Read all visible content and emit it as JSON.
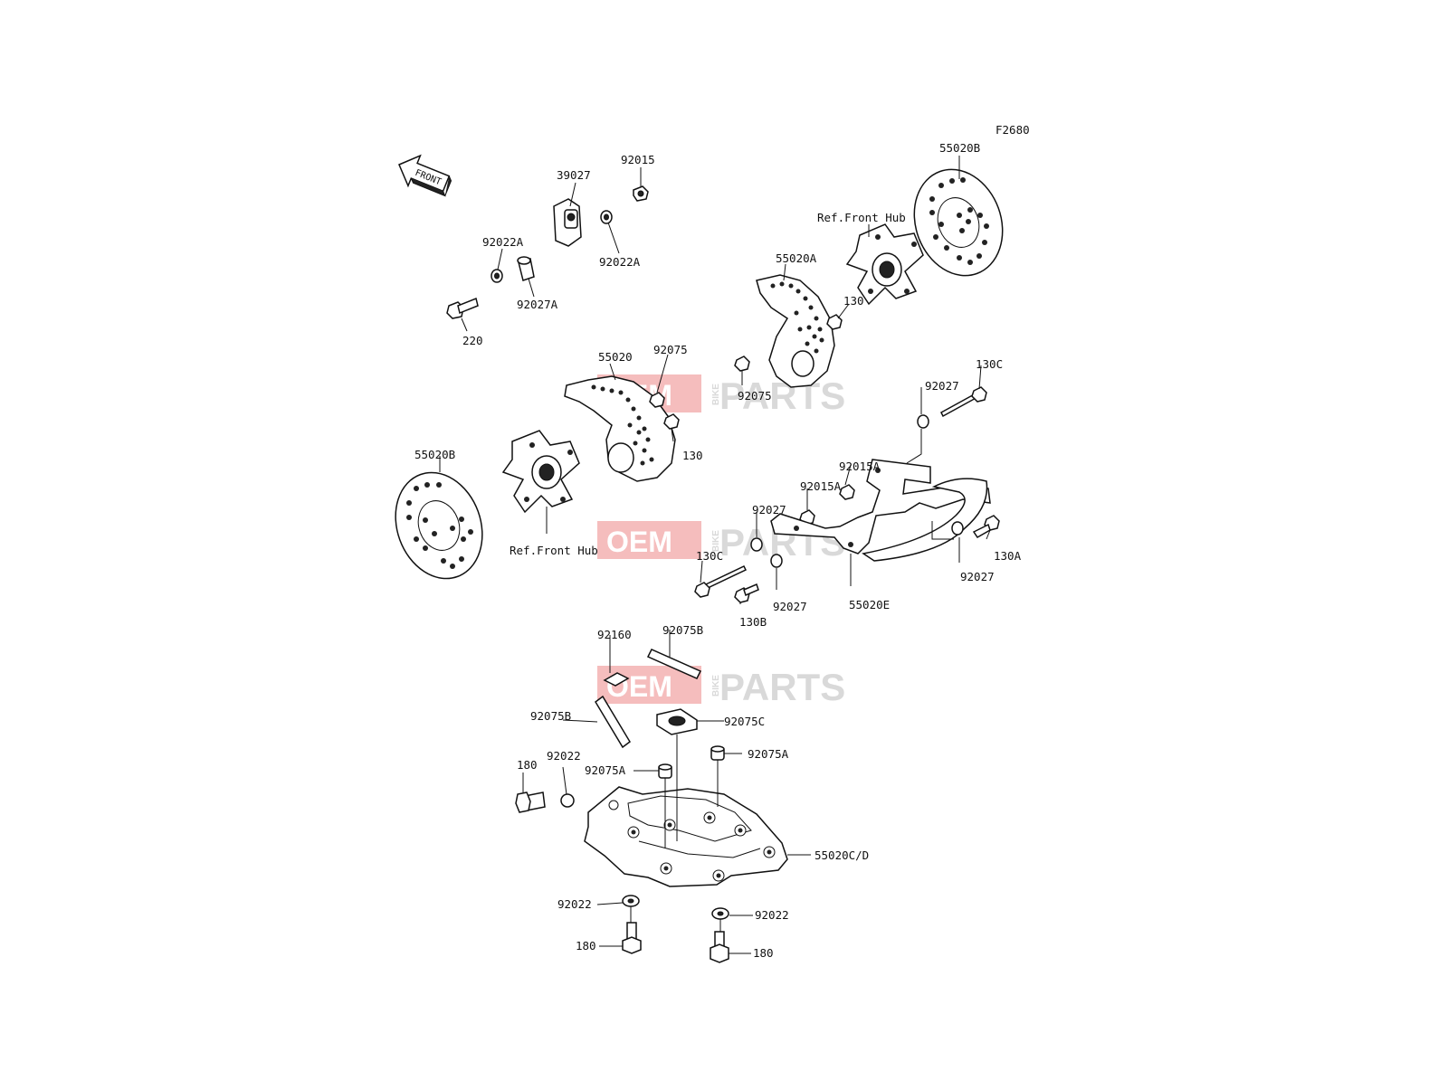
{
  "diagram": {
    "code": "F2680",
    "front_label": "FRONT",
    "watermark": {
      "oem": "OEM",
      "bike": "BIKE",
      "parts": "PARTS"
    },
    "labels": {
      "p39027": "39027",
      "p92015": "92015",
      "p92022A_top": "92022A",
      "p92022A_left": "92022A",
      "p92027A": "92027A",
      "p220": "220",
      "p55020B_top": "55020B",
      "ref_hub_top": "Ref.Front Hub",
      "p55020A": "55020A",
      "p130_top": "130",
      "p92075_top": "92075",
      "p55020": "55020",
      "p92075_right": "92075",
      "p130_mid": "130",
      "p130C_top": "130C",
      "p92027_top": "92027",
      "p92015A_top": "92015A",
      "p92015A_mid": "92015A",
      "p92027_mid": "92027",
      "p55020B_left": "55020B",
      "ref_hub_left": "Ref.Front Hub",
      "p130C_left": "130C",
      "p130A": "130A",
      "p92027_right": "92027",
      "p92027_bottom": "92027",
      "p55020E": "55020E",
      "p130B": "130B",
      "p92160": "92160",
      "p92075B_top": "92075B",
      "p92075B_left": "92075B",
      "p92075C": "92075C",
      "p92075A_right": "92075A",
      "p92075A_left": "92075A",
      "p92022_upper": "92022",
      "p180_upper": "180",
      "p55020CD": "55020C/D",
      "p92022_lower_left": "92022",
      "p92022_lower_right": "92022",
      "p180_lower_left": "180",
      "p180_lower_right": "180"
    }
  }
}
